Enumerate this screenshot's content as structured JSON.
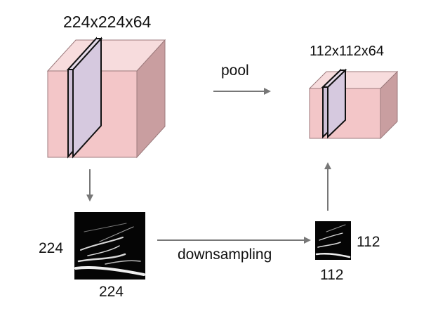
{
  "labels": {
    "input_volume_size": "224x224x64",
    "output_volume_size": "112x112x64",
    "pool_label": "pool",
    "downsampling_label": "downsampling",
    "input_map_height": "224",
    "input_map_width": "224",
    "output_map_height": "112",
    "output_map_width": "112"
  },
  "colors": {
    "cube_front": "#f3c6c8",
    "cube_top": "#f7dcdd",
    "cube_side": "#c99ea0",
    "slice_fill": "#cdbfd6",
    "arrow": "#777777"
  }
}
